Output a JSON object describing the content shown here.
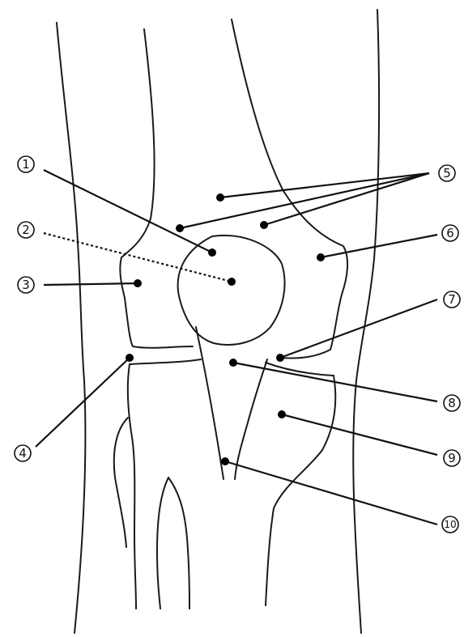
{
  "labels": {
    "l1": "1",
    "l2": "2",
    "l3": "3",
    "l4": "4",
    "l5": "5",
    "l6": "6",
    "l7": "7",
    "l8": "8",
    "l9": "9",
    "l10": "10"
  },
  "colors": {
    "line": "#1a1a1a",
    "background": "#ffffff"
  }
}
